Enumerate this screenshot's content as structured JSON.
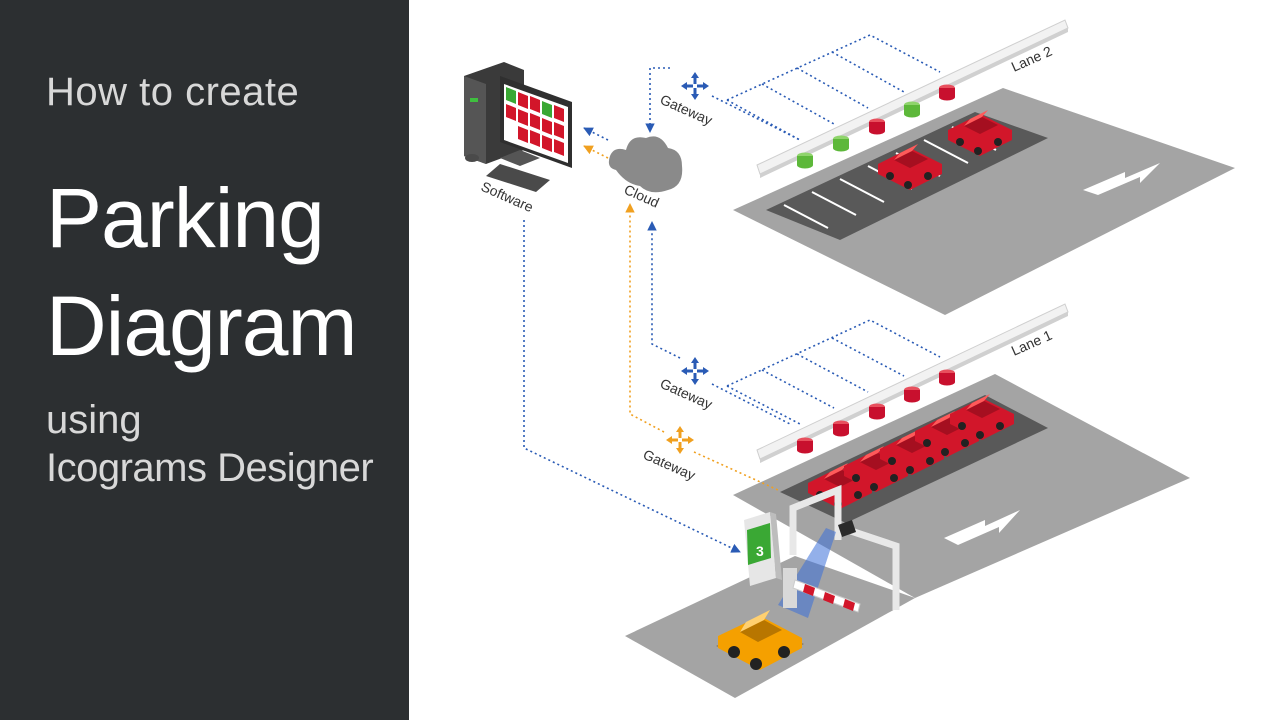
{
  "left_panel": {
    "line1": "How to create",
    "title_line1": "Parking",
    "title_line2": "Diagram",
    "using": "using",
    "tool": "Icograms Designer"
  },
  "diagram": {
    "labels": {
      "software": "Software",
      "cloud": "Cloud",
      "gateway_top": "Gateway",
      "gateway_mid": "Gateway",
      "gateway_entry": "Gateway",
      "lane2": "Lane 2",
      "lane1": "Lane 1"
    },
    "kiosk_number": "3",
    "colors": {
      "panel_bg": "#2c2f31",
      "link_blue": "#2a5bb5",
      "link_orange": "#f0a020",
      "car_red": "#d2162a",
      "car_orange": "#f5a000",
      "sensor_green": "#5db83a",
      "sensor_red": "#c8102e",
      "asphalt": "#a4a4a4"
    }
  }
}
